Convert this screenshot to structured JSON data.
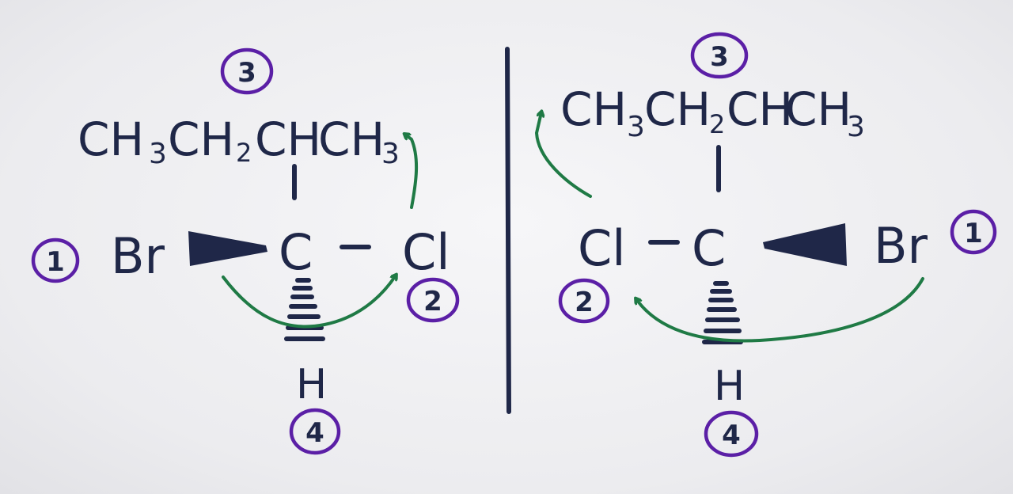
{
  "left": {
    "chain": {
      "ch3_a": "CH",
      "sub3_a": "3",
      "ch2": "CH",
      "sub2": "2",
      "ch": "CH",
      "ch3_b": "CH",
      "sub3_b": "3"
    },
    "left_group": "Br",
    "center": "C",
    "dash": "–",
    "right_group": "Cl",
    "bottom_group": "H",
    "priorities": {
      "br": "1",
      "cl": "2",
      "chain": "3",
      "h": "4"
    }
  },
  "right": {
    "chain": {
      "ch3_a": "CH",
      "sub3_a": "3",
      "ch2": "CH",
      "sub2": "2",
      "ch": "CH",
      "ch3_b": "CH",
      "sub3_b": "3"
    },
    "left_group": "Cl",
    "center": "C",
    "dash": "–",
    "right_group": "Br",
    "bottom_group": "H",
    "priorities": {
      "br": "1",
      "cl": "2",
      "chain": "3",
      "h": "4"
    }
  },
  "colors": {
    "ink": "#1f2748",
    "priority_circle": "#5b1fa6",
    "arrow": "#1f7a45",
    "mirror_line": "#1f2748"
  },
  "icons": {
    "wedge": "solid-wedge-bond",
    "hash": "hashed-wedge-bond",
    "arrow": "priority-direction-arrow"
  }
}
